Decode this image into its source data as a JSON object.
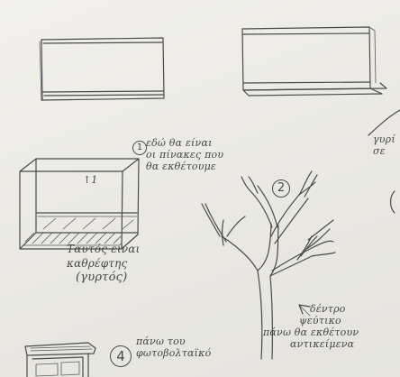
{
  "markers": {
    "m1": "1",
    "m2": "2",
    "m4": "4"
  },
  "labels": {
    "arrow_label": "↑1"
  },
  "notes": {
    "note1": [
      "εδώ θα είναι",
      "οι πίνακες που",
      "θα εκθέτουμε"
    ],
    "mirror": [
      "Ταυτός είναι",
      "καθρέφτης",
      "(γυρτός)"
    ],
    "tree": [
      "δέντρο",
      "ψεύτικο",
      "πάνω θα εκθέτουν",
      "αντικείμενα"
    ],
    "note4": [
      "πάνω του",
      "φωτοβολταϊκό"
    ],
    "right_edge": [
      "γυρί",
      "σε"
    ]
  }
}
